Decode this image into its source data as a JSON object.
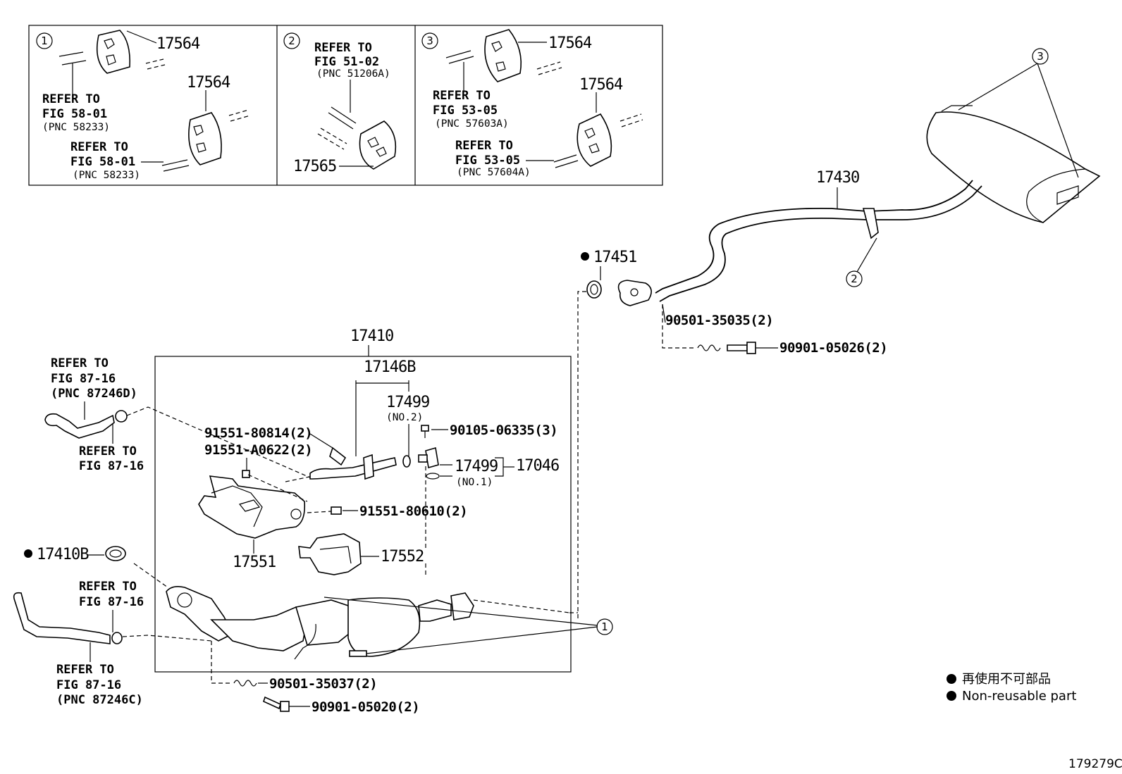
{
  "legend": {
    "line1": "再使用不可部品",
    "line2": "Non-reusable part"
  },
  "diagram_code": "179279C",
  "insets": {
    "i1": {
      "number": "1",
      "part_top": "17564",
      "part_bottom": "17564",
      "ref_a": [
        "REFER TO",
        "FIG 58-01",
        "(PNC 58233)"
      ],
      "ref_b": [
        "REFER TO",
        "FIG 58-01",
        "(PNC 58233)"
      ]
    },
    "i2": {
      "number": "2",
      "ref": [
        "REFER TO",
        "FIG 51-02",
        "(PNC 51206A)"
      ],
      "part": "17565"
    },
    "i3": {
      "number": "3",
      "part_top": "17564",
      "part_bottom": "17564",
      "ref_a": [
        "REFER TO",
        "FIG 53-05",
        "(PNC 57603A)"
      ],
      "ref_b": [
        "REFER TO",
        "FIG 53-05",
        "(PNC 57604A)"
      ]
    }
  },
  "callouts": {
    "c3": "3",
    "c2": "2",
    "c1": "1"
  },
  "parts": {
    "p17430": "17430",
    "p17451": "17451",
    "p90501a": "90501-35035(2)",
    "p90901a": "90901-05026(2)",
    "p17410": "17410",
    "p17146b": "17146B",
    "p17499_no2": "17499",
    "no2": "(NO.2)",
    "p90105": "90105-06335(3)",
    "p17499_no1": "17499",
    "no1": "(NO.1)",
    "p17046": "17046",
    "p91551_80814": "91551-80814(2)",
    "p91551_a0622": "91551-A0622(2)",
    "p91551_80610": "91551-80610(2)",
    "p17551": "17551",
    "p17552": "17552",
    "p17410b": "17410B",
    "p90501b": "90501-35037(2)",
    "p90901b": "90901-05020(2)"
  },
  "refs": {
    "r1": [
      "REFER TO",
      "FIG 87-16",
      "(PNC 87246D)"
    ],
    "r2": [
      "REFER TO",
      "FIG 87-16"
    ],
    "r3": [
      "REFER TO",
      "FIG 87-16"
    ],
    "r4": [
      "REFER TO",
      "FIG 87-16",
      "(PNC 87246C)"
    ]
  }
}
